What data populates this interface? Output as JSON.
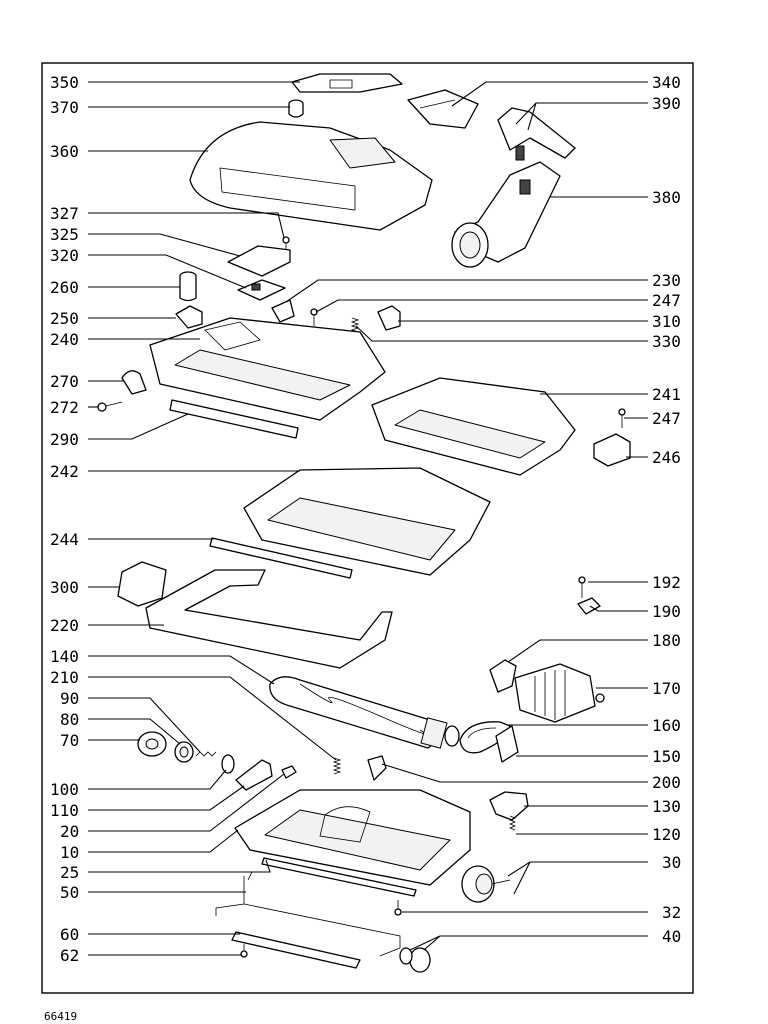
{
  "document_code": "66419",
  "labels_left": [
    "350",
    "370",
    "360",
    "327",
    "325",
    "320",
    "260",
    "250",
    "240",
    "270",
    "272",
    "290",
    "242",
    "244",
    "300",
    "220",
    "140",
    "210",
    "90",
    "80",
    "70",
    "100",
    "110",
    "20",
    "10",
    "25",
    "50",
    "60",
    "62"
  ],
  "labels_right": [
    "340",
    "390",
    "380",
    "230",
    "247",
    "310",
    "330",
    "241",
    "247",
    "246",
    "192",
    "190",
    "180",
    "170",
    "160",
    "150",
    "200",
    "130",
    "120",
    "30",
    "32",
    "40"
  ]
}
